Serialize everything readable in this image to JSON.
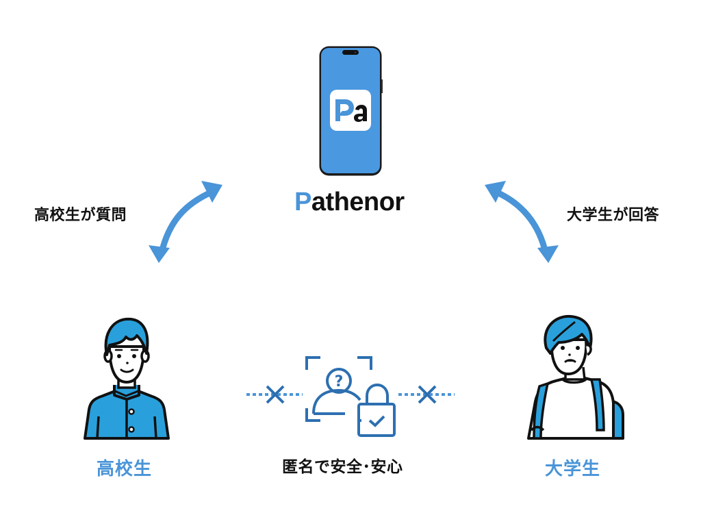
{
  "app": {
    "name": "Pathenor",
    "name_first_letter": "P",
    "name_rest": "athenor",
    "icon_text_first": "P",
    "icon_text_second": "a"
  },
  "flows": {
    "left_label": "高校生が質問",
    "right_label": "大学生が回答"
  },
  "actors": {
    "left": {
      "label": "高校生",
      "icon": "high-school-student-icon"
    },
    "right": {
      "label": "大学生",
      "icon": "university-student-icon"
    }
  },
  "center": {
    "label": "匿名で安全･安心",
    "icon": "anonymous-lock-icon"
  },
  "colors": {
    "accent": "#4a94d8",
    "phone_screen": "#4a98e0",
    "character_blue": "#29a0dc",
    "icon_blue": "#2d6fb0",
    "text_dark": "#111111"
  }
}
